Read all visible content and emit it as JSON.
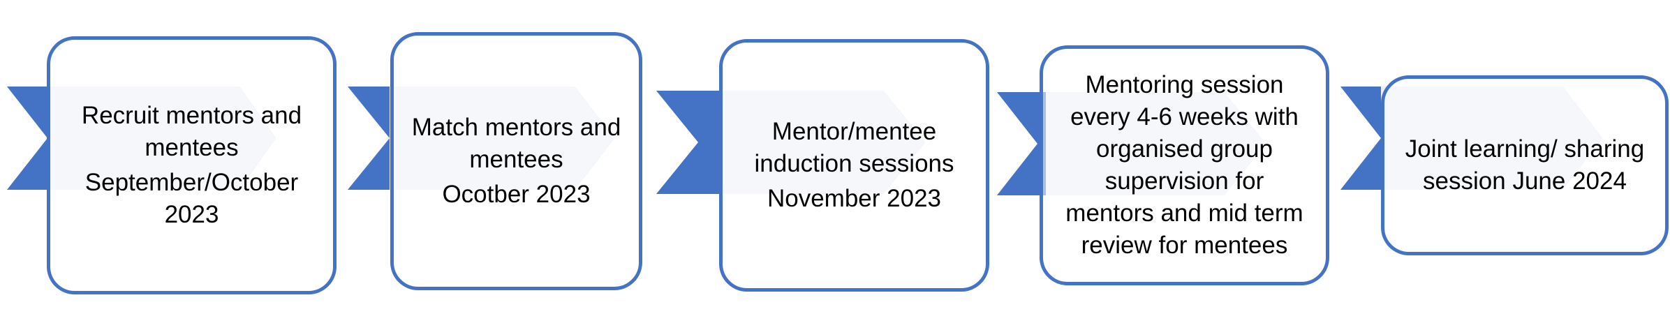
{
  "colors": {
    "chevron_dark": "#4472C4",
    "chevron_light": "#E9EEF7",
    "border": "#4472C4",
    "text": "#000000"
  },
  "steps": [
    {
      "title": "Recruit mentors and mentees",
      "date": "September/October 2023"
    },
    {
      "title": "Match mentors and mentees",
      "date": "Ocotber 2023"
    },
    {
      "title": "Mentor/mentee induction sessions",
      "date": "November 2023"
    },
    {
      "title": "Mentoring session every 4-6 weeks with organised group supervision for mentors and mid term review for mentees",
      "date": ""
    },
    {
      "title": "Joint learning/ sharing session June 2024",
      "date": ""
    }
  ]
}
